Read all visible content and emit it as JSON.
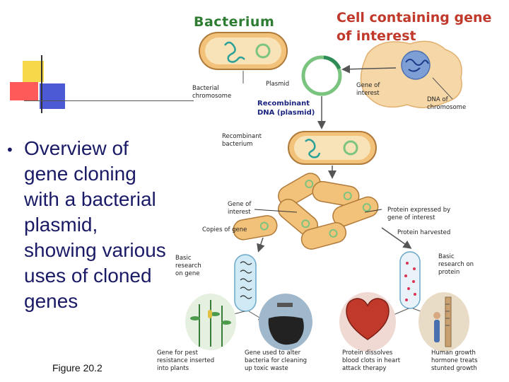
{
  "titles": {
    "bacterium": "Bacterium",
    "cell_gene": "Cell containing gene of interest"
  },
  "labels": {
    "plasmid": "Plasmid",
    "bacterial_chromosome": "Bacterial chromosome",
    "gene_of_interest_top": "Gene of interest",
    "dna_of_chromosome": "DNA of chromosome",
    "recombinant_dna": "Recombinant DNA (plasmid)",
    "recombinant_bacterium": "Recombinant bacterium",
    "gene_of_interest_mid": "Gene of interest",
    "protein_expressed": "Protein expressed by gene of interest",
    "copies_of_gene": "Copies of gene",
    "protein_harvested": "Protein harvested",
    "basic_research_gene": "Basic research on gene",
    "basic_research_protein": "Basic research on protein"
  },
  "uses": [
    "Gene for pest resistance inserted into plants",
    "Gene used to alter bacteria for cleaning up toxic waste",
    "Protein dissolves blood clots in heart attack therapy",
    "Human growth hormone treats stunted growth"
  ],
  "bullet": "Overview of gene cloning with a bacterial plasmid, showing various uses of cloned genes",
  "figure": "Figure 20.2",
  "colors": {
    "bacterium_fill": "#f3c27a",
    "bacterium_inner": "#f8e2b8",
    "plasmid_ring": "#7bc47f",
    "chromosome": "#2aa198",
    "cell_fill": "#f6d7a8",
    "nucleus": "#7e9fd6"
  }
}
